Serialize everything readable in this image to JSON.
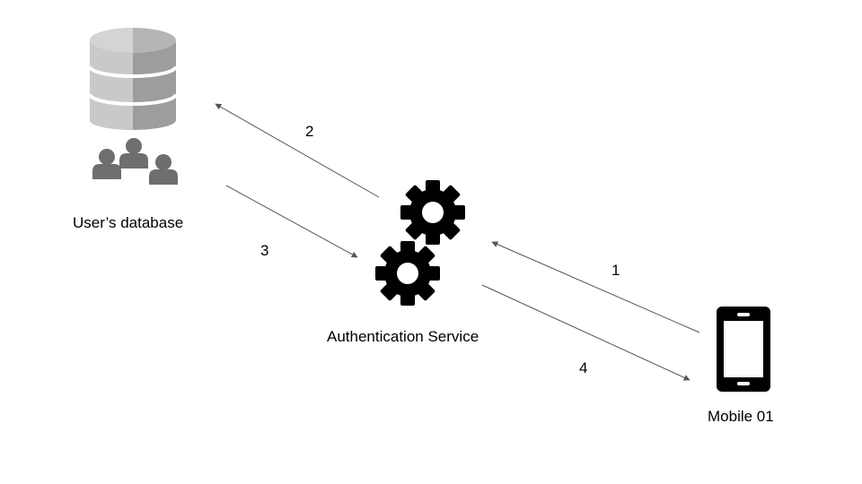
{
  "nodes": {
    "database": {
      "label": "User’s database",
      "icon": "database-users-icon"
    },
    "auth_service": {
      "label": "Authentication Service",
      "icon": "gears-icon"
    },
    "mobile": {
      "label": "Mobile 01",
      "icon": "mobile-phone-icon"
    }
  },
  "steps": [
    {
      "number": "1",
      "from": "Mobile 01",
      "to": "Authentication Service"
    },
    {
      "number": "2",
      "from": "Authentication Service",
      "to": "User’s database"
    },
    {
      "number": "3",
      "from": "User’s database",
      "to": "Authentication Service"
    },
    {
      "number": "4",
      "from": "Authentication Service",
      "to": "Mobile 01"
    }
  ],
  "colors": {
    "database_light": "#c9c9c9",
    "database_dark": "#9d9d9d",
    "users": "#6e6e6e",
    "gear": "#000000",
    "phone": "#000000",
    "arrow": "#555555"
  }
}
